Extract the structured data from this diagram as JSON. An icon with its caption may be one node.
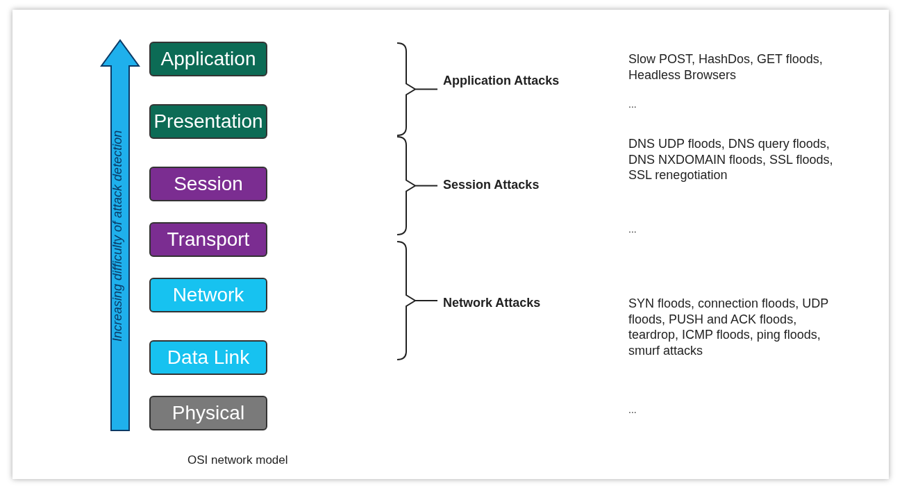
{
  "diagram": {
    "nodes": [
      {
        "text": [
          "Application"
        ]
      },
      {
        "text": [
          "Presentation"
        ]
      },
      {
        "text": [
          "Session"
        ]
      },
      {
        "text": [
          "Transport"
        ]
      },
      {
        "text": [
          "Network"
        ]
      },
      {
        "text": [
          "Data Link"
        ]
      },
      {
        "text": [
          "Physical"
        ]
      }
    ],
    "labels": [
      "Increasing difficulty of attack detection",
      "Application Attacks",
      "Slow POST, HashDos, GET floods, Headless Browsers",
      "...",
      "Session Attacks",
      "DNS UDP floods, DNS query floods, DNS NXDOMAIN floods, SSL floods, SSL renegotiation",
      "...",
      "Network Attacks",
      "SYN floods, connection floods, UDP floods, PUSH and ACK floods, teardrop, ICMP floods, ping floods, smurf attacks",
      "...",
      "OSI network model"
    ]
  }
}
